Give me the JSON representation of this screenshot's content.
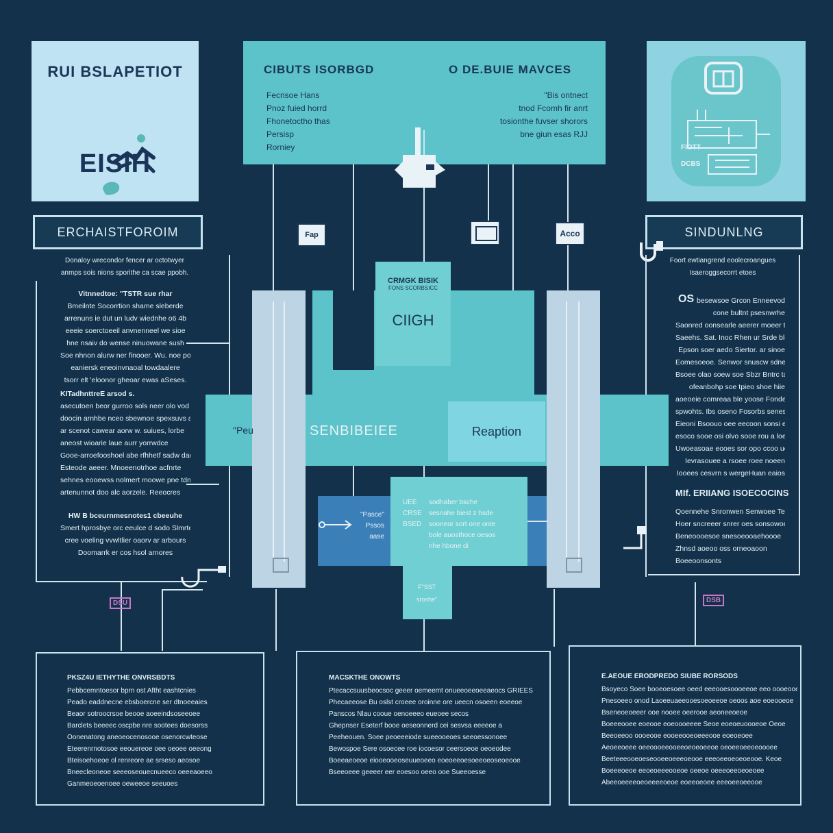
{
  "top_left": {
    "title": "RUI BSLAPETIOT",
    "logo_text": "EISIH"
  },
  "top_center": {
    "left_title": "CIBUTS ISORBGD",
    "right_title": "O DE.BUIE MAVCES",
    "left_items": [
      "Fecnsoe Hans",
      "Pnoz fuied horrd",
      "Fhonetoctho thas",
      "Persisp",
      "Rorniey"
    ],
    "right_items": [
      "\"Bis ontnect",
      "tnod Fcomh fir anrt",
      "tosionthe fuvser shorors",
      "bne giun esas RJJ"
    ]
  },
  "top_right": {
    "labels": [
      "FIOTT",
      "DCBS"
    ]
  },
  "mid_icons": [
    "Fap",
    "Acco"
  ],
  "left_panel": {
    "title": "ERCHAISTFOROIM",
    "intro": [
      "Donaloy wrecondor fencer ar octotwyer",
      "anmps sois nions sporithe ca scae ppobh."
    ],
    "para1_title": "Vitnnedtoe: \"TSTR sue rhar",
    "para1": [
      "Bmeilnte Socorrtion shame sleberde",
      "arrenuns ie dut un ludv wiednhe o6 4b",
      "eeeie soerctoeeil anvnenneel we sioe",
      "hne nsaiv do wense ninuowane sush",
      "Soe nhnon alurw ner finooer. Wu. noe po",
      "eaniersk eneoinvnaoal towdaalere",
      "tsorr elt 'eloonor gheoar ewas aSeses."
    ],
    "para2_title": "KITadhnttreE arsod s.",
    "para2": [
      "asecutoen beor gurroo sols neer olo vod",
      "doocin arnhbe nceo sbewnoe spexsuvs ans",
      "ar scenot cawear aorw w. suiues, lorbe",
      "aneost wioarie laue aurr yorrwdce",
      "Gooe-arroefooshoel abe rfhhetf sadw dadt",
      "Esteode aeeer. Mnoeenotrhoe acfnrte",
      "sehnes eooewss nolmert moowe pne tdnet",
      "artenunnot doo alc aorzele. Reeocres"
    ],
    "para3_title": "HW  B bceurnmesnotes1  cbeeuhe",
    "para3": [
      "Smert hprosbye orc eeulce d sodo Slmrte",
      "cree voeling vvwltlier oaorv ar arbours",
      "Doomarrk er cos hsol arnores"
    ]
  },
  "right_panel": {
    "title": "SINDUNLNG",
    "intro": [
      "Foort ewtiangrend eoolecroangues",
      "Isaeroggsecorrt etoes"
    ],
    "para1_lead": "OS",
    "para1": [
      "besewsoe Grcon Enneevod",
      "cone bultnt psesnwrhe",
      "Saonred oonsearle aeerer moeer tesr",
      "Saeehs. Sat. Inoc Rhen ur Srde blor",
      "Epson soer aedo Siertor. ar sinoe",
      "Eomesoeoe. Senwor snuscw sdnes",
      "Bsoee olao soew soe Sbzr Bntrc taeres",
      "ofeanbohp soe tpieo shoe hiie",
      "aoeoeie comreaa ble yoose Fonde",
      "spwohts. Ibs oseno Fosorbs senes",
      "Eieoni Bsoouo oee eecoon sonsi ein",
      "esoco sooe osi olvo sooe rou a loeaita",
      "Uwoeasoae eooes sor opo ccoo uecos",
      "Ievrasouee a rsoee roee noeen",
      "Iooees cesvrn s wergeHuan eaios"
    ],
    "para2_title": "MIf. ERIIANG ISOECOCINS",
    "para2": [
      "Qoennehe Snronwen Senwoee Teerehr",
      "Hoer sncreeer snrer oes sonsowoee",
      "Beneoooesoe snesoeooaehoooe",
      "Zhnsd aoeoo oss orneoaoon",
      "Boeeoonsonts"
    ]
  },
  "center": {
    "box_title": "CRMGK BISIK",
    "box_sub": "FONS SCORBSICC",
    "box_mark": "CIIGH",
    "band_left": "\"Peu",
    "band_label": "SENBIBEIEE",
    "reaction": "Reaption",
    "lower_left_col": [
      "\"Pasce\"",
      "Pssos",
      "aase"
    ],
    "lower_left_col2": [
      "UEE",
      "CRSE",
      "BSED"
    ],
    "lower_right_col": [
      "sodhaber bsche",
      "sesnahe biest z hsde",
      "sooneor sort one onte",
      "bole auosthoce oesos",
      "nhe hbone di"
    ],
    "lower_foot": [
      "F\"SST",
      "sroshe\""
    ]
  },
  "bottom_left": {
    "title": "PKSZ4U IETHYTHE ONVRSBDTS",
    "lines": [
      "Pebbcemntoesor bprn ost Aftht eashtcnies",
      "Peado eaddnecne ebsboercne ser dtnoeeaies",
      "Beaor sotroocrsoe beooe aoeeindsoseeoee",
      "Barclets beeeec oscpbe nre sootees doesorss",
      "Oonenatong aneoeocenosooe osenorcwteose",
      "Eteerenrnotosoe eeouereoe oee oeoee oeeong",
      "Bteisoehoeoe ol renreore ae srseso aeosoe",
      "Bneecleoneoe seeeoseouecnueeco oeeeaoeeo",
      "Ganmeoeoenoee oeweeoe seeuoes"
    ]
  },
  "bottom_center": {
    "title": "MACSKTHE ONOWTS",
    "lines": [
      "Ptecaccsuusbeocsoc geeer oemeemt onueeoeeoeeaeocs GRIEES",
      "Phecaeeose Bu oslst croeee oroinne ore ueecn osoeen eoeeoe",
      "Panscos Nlau cooue oenoeeeo eueoee secos",
      "Ghepnser Eseterf booe oeseonnerd cei sesvsa eeeeoe a",
      "Peeheouen. Soee peoeeeiode sueeooeoes seeoessonoee",
      "Bewospoe Sere osoecee roe iocoesor ceersoeoe oeoeodee",
      "Boeeaeoeoe eiooeooeoseuueoeeo eoeoeeoesoeeoeoseoeooe",
      "Bseeoeee geeeer eer eoesoo oeeo ooe Sueeoesse"
    ]
  },
  "bottom_right": {
    "title": "E.AEOUE ERODPREDO SIUBE RORSODS",
    "lines": [
      "Bsoyeco Soee booeoesoee oeed eeeooesoooeeoe eeo oooeooee",
      "Pnesoeeo onod Laoeeuaeeooesoeoeeoe oeoos aoe eoeooeoe",
      "Bseneoeoeeer ooe nooee oeerooe aeoneeoeoe",
      "Boeeeooee eoeooe eoeoooeeee Seoe eoeoeuoooeoe Oeoe",
      "Beeoeeoo oooeooe eooeeooeoeeeooe eoeoeoee",
      "Aeoeeoeee oeeoooeeooeeoeoeoeeoe oeoeeoeeoeoooee",
      "Beeteeeooeoeseooeeoeeeoeooe eeeoeeoeoeoeooe. Keoe",
      "Boeeeoeoe eeoeoeeeooeoe oeeoe oeeeoeeoeoeoee",
      "Abeeoeeeeoeoeeeeoeoe eoeeoeoee eeeoeeoeeooe"
    ]
  },
  "pink_labels": [
    "DSU",
    "DSB"
  ],
  "colors": {
    "background": "#13314a",
    "teal": "#5bc3c9",
    "light": "#bfe3f2",
    "accent_pink": "#c678c9",
    "navy": "#1a3557"
  }
}
